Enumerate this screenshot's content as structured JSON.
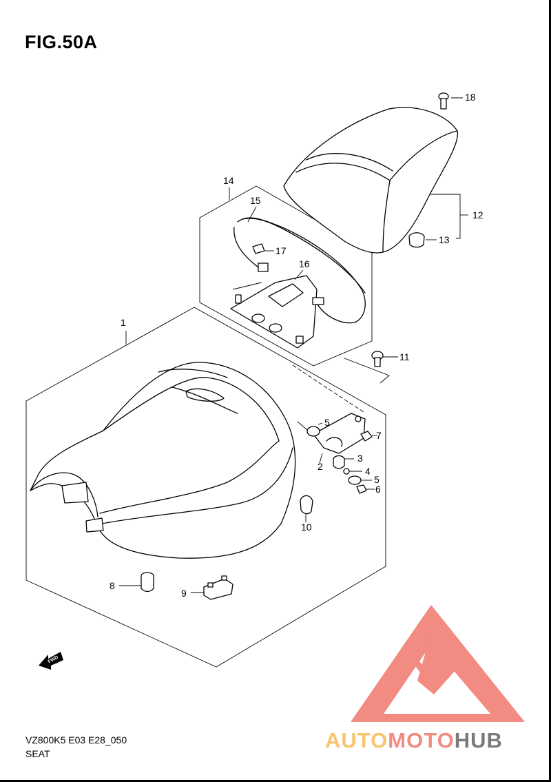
{
  "figure": {
    "title": "FIG.50A",
    "model_code": "VZ800K5 E03 E28_050",
    "section_name": "SEAT"
  },
  "fwd_arrow": {
    "text": "FWD"
  },
  "watermark": {
    "brand_left": "AUTO",
    "brand_middle": "MOTO",
    "brand_right": "HUB",
    "colors": {
      "triangle": "#f28b82",
      "auto": "#f7c56b",
      "moto": "#f28b82",
      "hub": "#7a7a7a"
    }
  },
  "callouts": [
    {
      "id": "1",
      "label": "1"
    },
    {
      "id": "2",
      "label": "2"
    },
    {
      "id": "3",
      "label": "3"
    },
    {
      "id": "4",
      "label": "4"
    },
    {
      "id": "5a",
      "label": "5"
    },
    {
      "id": "5b",
      "label": "5"
    },
    {
      "id": "6",
      "label": "6"
    },
    {
      "id": "7",
      "label": "7"
    },
    {
      "id": "8",
      "label": "8"
    },
    {
      "id": "9",
      "label": "9"
    },
    {
      "id": "10",
      "label": "10"
    },
    {
      "id": "11",
      "label": "11"
    },
    {
      "id": "12",
      "label": "12"
    },
    {
      "id": "13",
      "label": "13"
    },
    {
      "id": "14",
      "label": "14"
    },
    {
      "id": "15",
      "label": "15"
    },
    {
      "id": "16",
      "label": "16"
    },
    {
      "id": "17",
      "label": "17"
    },
    {
      "id": "18",
      "label": "18"
    }
  ]
}
